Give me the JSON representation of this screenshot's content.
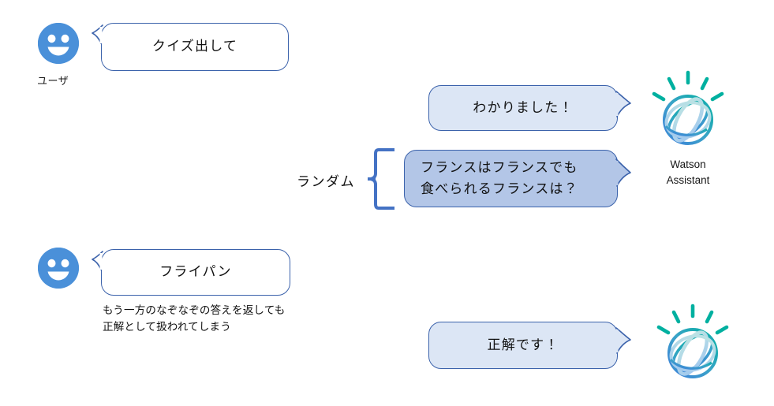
{
  "conversation": {
    "messages": [
      {
        "id": "user-1",
        "speaker": "user",
        "avatar_icon": "smiley-face-icon",
        "avatar_label": "ユーザ",
        "bubble_text": "クイズ出して",
        "bubble_style": "white"
      },
      {
        "id": "bot-1",
        "speaker": "assistant",
        "bubble_text": "わかりました！",
        "bubble_style": "light"
      },
      {
        "id": "bot-2",
        "speaker": "assistant",
        "bubble_text": "フランスはフランスでも\n食べられるフランスは？",
        "bubble_style": "dark"
      },
      {
        "id": "user-2",
        "speaker": "user",
        "avatar_icon": "smiley-face-icon",
        "avatar_label": "",
        "bubble_text": "フライパン",
        "bubble_style": "white",
        "note": "もう一方のなぞなぞの答えを返しても\n正解として扱われてしまう"
      },
      {
        "id": "bot-3",
        "speaker": "assistant",
        "bubble_text": "正解です！",
        "bubble_style": "light"
      }
    ]
  },
  "annotations": {
    "random_brace_label": "ランダム",
    "user_note": "もう一方のなぞなぞの答えを返しても\n正解として扱われてしまう"
  },
  "assistant": {
    "logo_icon": "watson-assistant-logo-icon",
    "name": "Watson\nAssistant"
  },
  "colors": {
    "avatar_blue": "#4a90d9",
    "bubble_border": "#3b62ab",
    "bubble_light": "#dce6f5",
    "bubble_dark": "#b3c6e7",
    "bubble_white": "#ffffff",
    "brace_blue": "#4472c4",
    "watson_teal": "#00b0a0",
    "watson_blue": "#3d7edb",
    "text_black": "#111111"
  }
}
